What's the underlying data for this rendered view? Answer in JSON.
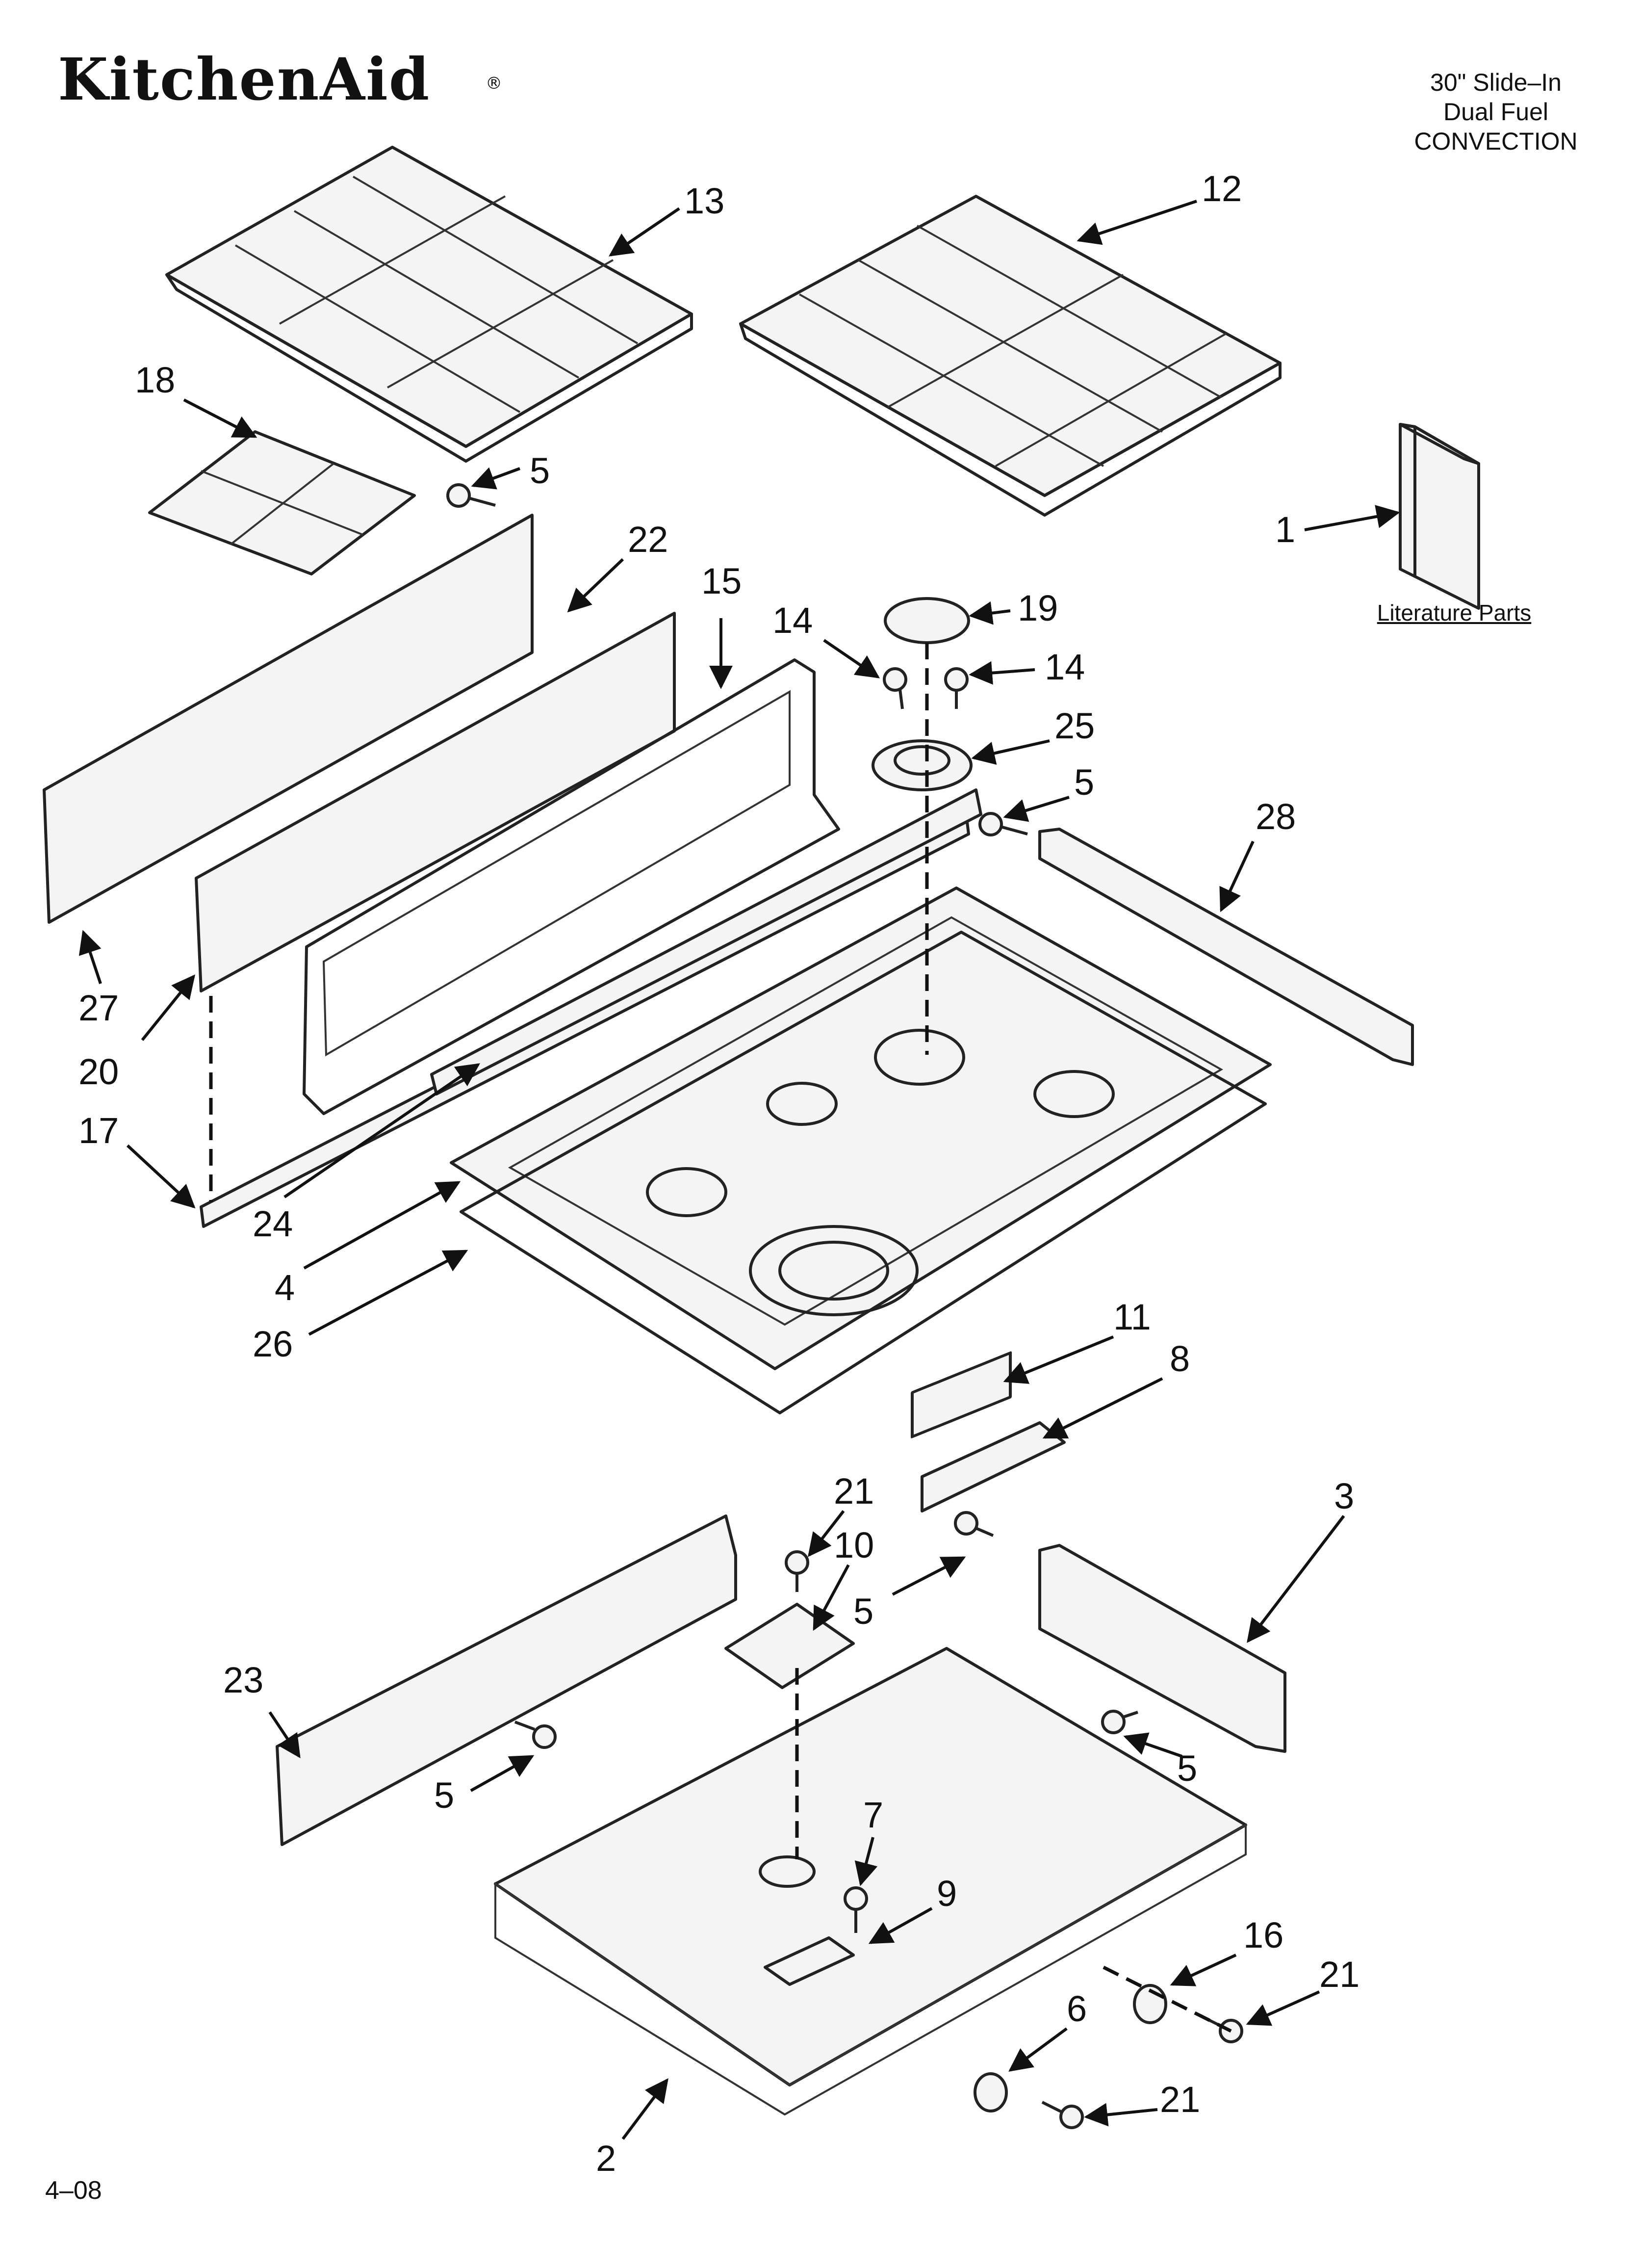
{
  "header": {
    "brand": "KitchenAid",
    "brand_mark": "®",
    "model_lines": [
      "30\" Slide–In",
      "Dual Fuel",
      "CONVECTION"
    ]
  },
  "literature_label": "Literature Parts",
  "footer": {
    "code": "4–08"
  },
  "callouts": {
    "p1": "1",
    "p2": "2",
    "p3": "3",
    "p4": "4",
    "p5a": "5",
    "p5b": "5",
    "p5c": "5",
    "p5d": "5",
    "p5e": "5",
    "p6": "6",
    "p7": "7",
    "p8": "8",
    "p9": "9",
    "p10": "10",
    "p11": "11",
    "p12": "12",
    "p13": "13",
    "p14a": "14",
    "p14b": "14",
    "p15": "15",
    "p16": "16",
    "p17": "17",
    "p18": "18",
    "p19": "19",
    "p20": "20",
    "p21a": "21",
    "p21b": "21",
    "p21c": "21",
    "p22": "22",
    "p23": "23",
    "p24": "24",
    "p25": "25",
    "p26": "26",
    "p27": "27",
    "p28": "28"
  },
  "icons": [
    "grate-icon",
    "literature-book-icon",
    "burner-icon",
    "screw-icon",
    "igniter-icon"
  ]
}
